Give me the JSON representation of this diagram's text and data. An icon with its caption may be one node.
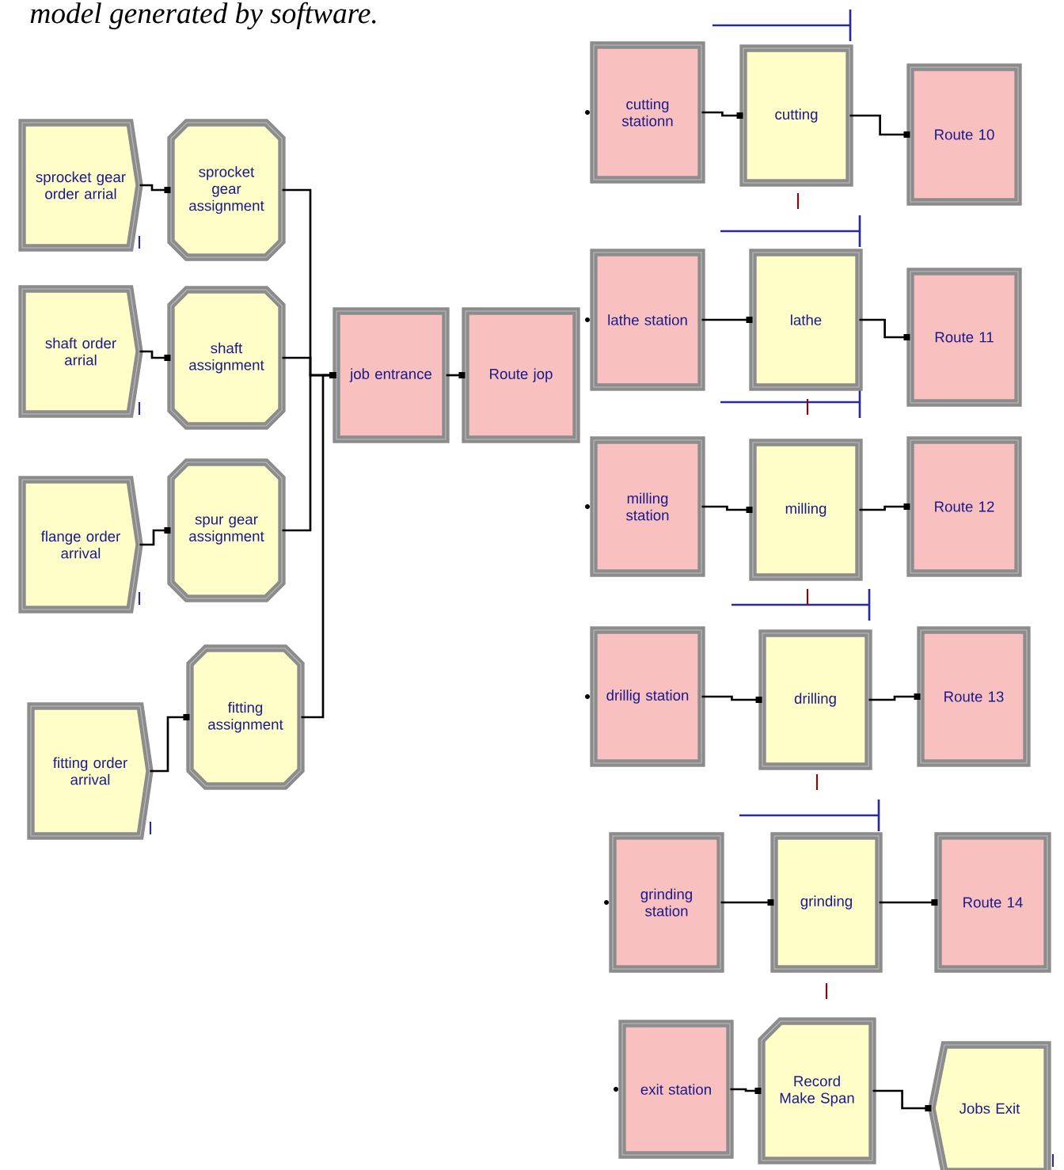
{
  "diagram": {
    "title": "model generated by software.",
    "nodes": [
      {
        "text": [
          "sprocket gear order arrial"
        ]
      },
      {
        "text": [
          "shaft order arrial"
        ]
      },
      {
        "text": [
          "flange order arrival"
        ]
      },
      {
        "text": [
          "fitting order arrival"
        ]
      },
      {
        "text": [
          "sprocket gear assignment"
        ]
      },
      {
        "text": [
          "shaft assignment"
        ]
      },
      {
        "text": [
          "spur gear assignment"
        ]
      },
      {
        "text": [
          "fitting assignment"
        ]
      },
      {
        "text": [
          "job entrance"
        ]
      },
      {
        "text": [
          "Route jop"
        ]
      },
      {
        "text": [
          "cutting stationn"
        ]
      },
      {
        "text": [
          "cutting"
        ]
      },
      {
        "text": [
          "Route 10"
        ]
      },
      {
        "text": [
          "lathe station"
        ]
      },
      {
        "text": [
          "lathe"
        ]
      },
      {
        "text": [
          "Route 11"
        ]
      },
      {
        "text": [
          "milling station"
        ]
      },
      {
        "text": [
          "milling"
        ]
      },
      {
        "text": [
          "Route 12"
        ]
      },
      {
        "text": [
          "drillig station"
        ]
      },
      {
        "text": [
          "drilling"
        ]
      },
      {
        "text": [
          "Route 13"
        ]
      },
      {
        "text": [
          "grinding station"
        ]
      },
      {
        "text": [
          "grinding"
        ]
      },
      {
        "text": [
          "Route 14"
        ]
      },
      {
        "text": [
          "exit station"
        ]
      },
      {
        "text": [
          "Record Make Span"
        ]
      },
      {
        "text": [
          "Jobs Exit"
        ]
      }
    ],
    "edges": [
      {
        "from": 0,
        "to": 4,
        "arrow": "other"
      },
      {
        "from": 1,
        "to": 5,
        "arrow": "other"
      },
      {
        "from": 2,
        "to": 6,
        "arrow": "other"
      },
      {
        "from": 3,
        "to": 7,
        "arrow": "other"
      },
      {
        "from": 4,
        "to": 8,
        "arrow": "other"
      },
      {
        "from": 5,
        "to": 8,
        "arrow": "other"
      },
      {
        "from": 6,
        "to": 8,
        "arrow": "other"
      },
      {
        "from": 7,
        "to": 8,
        "arrow": "other"
      },
      {
        "from": 8,
        "to": 9,
        "arrow": "other"
      },
      {
        "from": 10,
        "to": 11,
        "arrow": "other"
      },
      {
        "from": 11,
        "to": 12,
        "arrow": "other"
      },
      {
        "from": 13,
        "to": 14,
        "arrow": "other"
      },
      {
        "from": 14,
        "to": 15,
        "arrow": "other"
      },
      {
        "from": 16,
        "to": 17,
        "arrow": "other"
      },
      {
        "from": 17,
        "to": 18,
        "arrow": "other"
      },
      {
        "from": 19,
        "to": 20,
        "arrow": "other"
      },
      {
        "from": 20,
        "to": 21,
        "arrow": "other"
      },
      {
        "from": 22,
        "to": 23,
        "arrow": "other"
      },
      {
        "from": 23,
        "to": 24,
        "arrow": "other"
      },
      {
        "from": 25,
        "to": 26,
        "arrow": "other"
      },
      {
        "from": 26,
        "to": 27,
        "arrow": "other"
      }
    ]
  }
}
